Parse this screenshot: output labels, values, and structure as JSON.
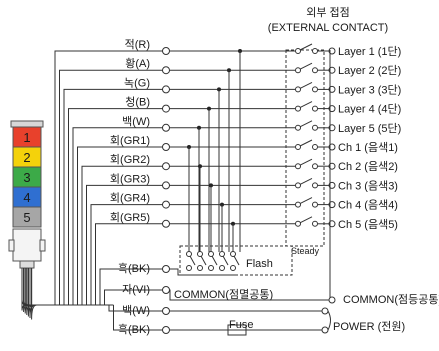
{
  "header": {
    "line1": "외부 접점",
    "line2": "(EXTERNAL CONTACT)"
  },
  "tower": {
    "segments": [
      {
        "num": "1",
        "color": "#e8412c"
      },
      {
        "num": "2",
        "color": "#f4d20b"
      },
      {
        "num": "3",
        "color": "#3caa48"
      },
      {
        "num": "4",
        "color": "#2f6fd1"
      },
      {
        "num": "5",
        "color": "#a6a6a6"
      }
    ]
  },
  "wires_left": [
    "적(R)",
    "황(A)",
    "녹(G)",
    "청(B)",
    "백(W)",
    "회(GR1)",
    "회(GR2)",
    "회(GR3)",
    "회(GR4)",
    "회(GR5)"
  ],
  "outputs_right": [
    "Layer 1 (1단)",
    "Layer 2 (2단)",
    "Layer 3 (3단)",
    "Layer 4 (4단)",
    "Layer 5 (5단)",
    "Ch 1 (음색1)",
    "Ch 2 (음색2)",
    "Ch 3 (음색3)",
    "Ch 4 (음색4)",
    "Ch 5 (음색5)"
  ],
  "steady_label": "Steady",
  "flash_label": "Flash",
  "bottom_wires": [
    "흑(BK)",
    "자(VI)",
    "백(W)",
    "흑(BK)"
  ],
  "common_inner": "COMMON(점멸공통)",
  "common_outer": "COMMON(점등공통)",
  "fuse_label": "Fuse",
  "power_label": "POWER (전원)"
}
